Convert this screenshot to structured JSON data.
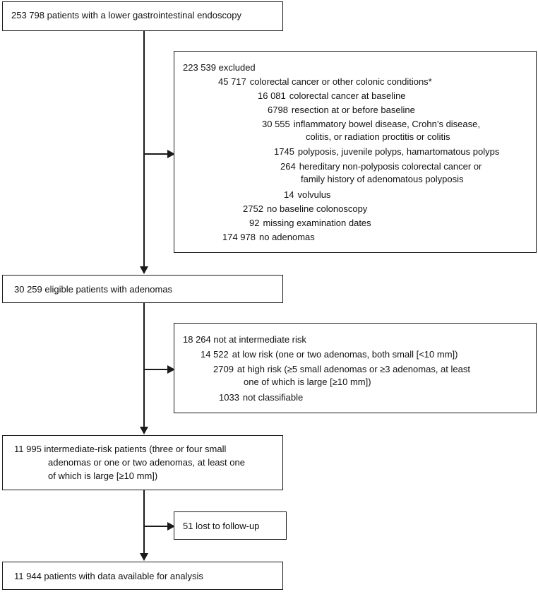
{
  "top_box": {
    "count": "253 798",
    "text": "patients with a lower gastrointestinal endoscopy"
  },
  "excluded_box": {
    "header_count": "223 539",
    "header_text": "excluded",
    "rows": [
      {
        "count": "45 717",
        "text": "colorectal cancer or other colonic conditions*"
      },
      {
        "count": "16 081",
        "text": "colorectal cancer at baseline"
      },
      {
        "count": "6798",
        "text": "resection at or before baseline"
      },
      {
        "count": "30 555",
        "text": "inflammatory bowel disease, Crohn’s disease,",
        "cont": "colitis, or radiation proctitis or colitis"
      },
      {
        "count": "1745",
        "text": "polyposis, juvenile polyps, hamartomatous polyps"
      },
      {
        "count": "264",
        "text": "hereditary non-polyposis colorectal cancer or",
        "cont": "family history of adenomatous polyposis"
      },
      {
        "count": "14",
        "text": "volvulus"
      },
      {
        "count": "2752",
        "text": "no baseline colonoscopy"
      },
      {
        "count": "92",
        "text": "missing examination dates"
      },
      {
        "count": "174 978",
        "text": "no adenomas"
      }
    ]
  },
  "eligible_box": {
    "count": "30 259",
    "text": "eligible patients with adenomas"
  },
  "risk_box": {
    "header_count": "18 264",
    "header_text": "not at intermediate risk",
    "rows": [
      {
        "count": "14 522",
        "text": "at low risk (one or two adenomas, both small [<10 mm])"
      },
      {
        "count": "2709",
        "text": "at high risk (≥5 small adenomas or ≥3 adenomas, at least",
        "cont": "one of which is large [≥10 mm])"
      },
      {
        "count": "1033",
        "text": "not classifiable"
      }
    ]
  },
  "intermediate_box": {
    "count": "11 995",
    "line1": "intermediate-risk patients (three or four small",
    "line2": "adenomas or one or two adenomas, at least one",
    "line3": "of which is large [≥10 mm])"
  },
  "lost_box": {
    "count": "51",
    "text": "lost to follow-up"
  },
  "final_box": {
    "count": "11 944",
    "text": "patients with data available for analysis"
  }
}
